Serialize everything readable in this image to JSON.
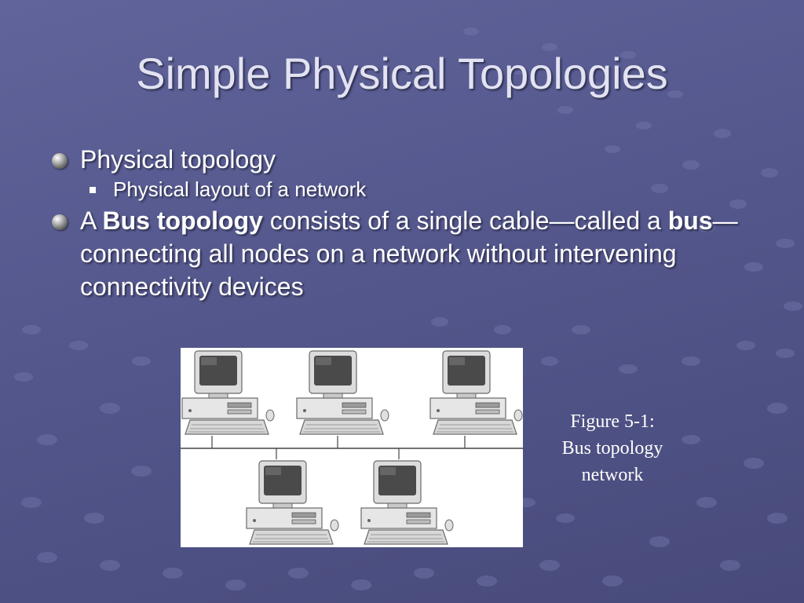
{
  "slide": {
    "title": "Simple Physical Topologies",
    "bullets": [
      {
        "text": "Physical topology",
        "sub": [
          "Physical layout of a network"
        ]
      },
      {
        "segments": [
          {
            "t": "A ",
            "bold": false
          },
          {
            "t": "Bus topology",
            "bold": true
          },
          {
            "t": " consists of a single cable—called a ",
            "bold": false
          },
          {
            "t": "bus",
            "bold": true
          },
          {
            "t": "— connecting all nodes on a network without intervening connectivity devices",
            "bold": false
          }
        ]
      }
    ],
    "figure_caption": "Figure 5-1:\nBus topology\nnetwork"
  },
  "colors": {
    "background": "#54578c",
    "title": "#e2e2f2",
    "text": "#ffffff"
  }
}
